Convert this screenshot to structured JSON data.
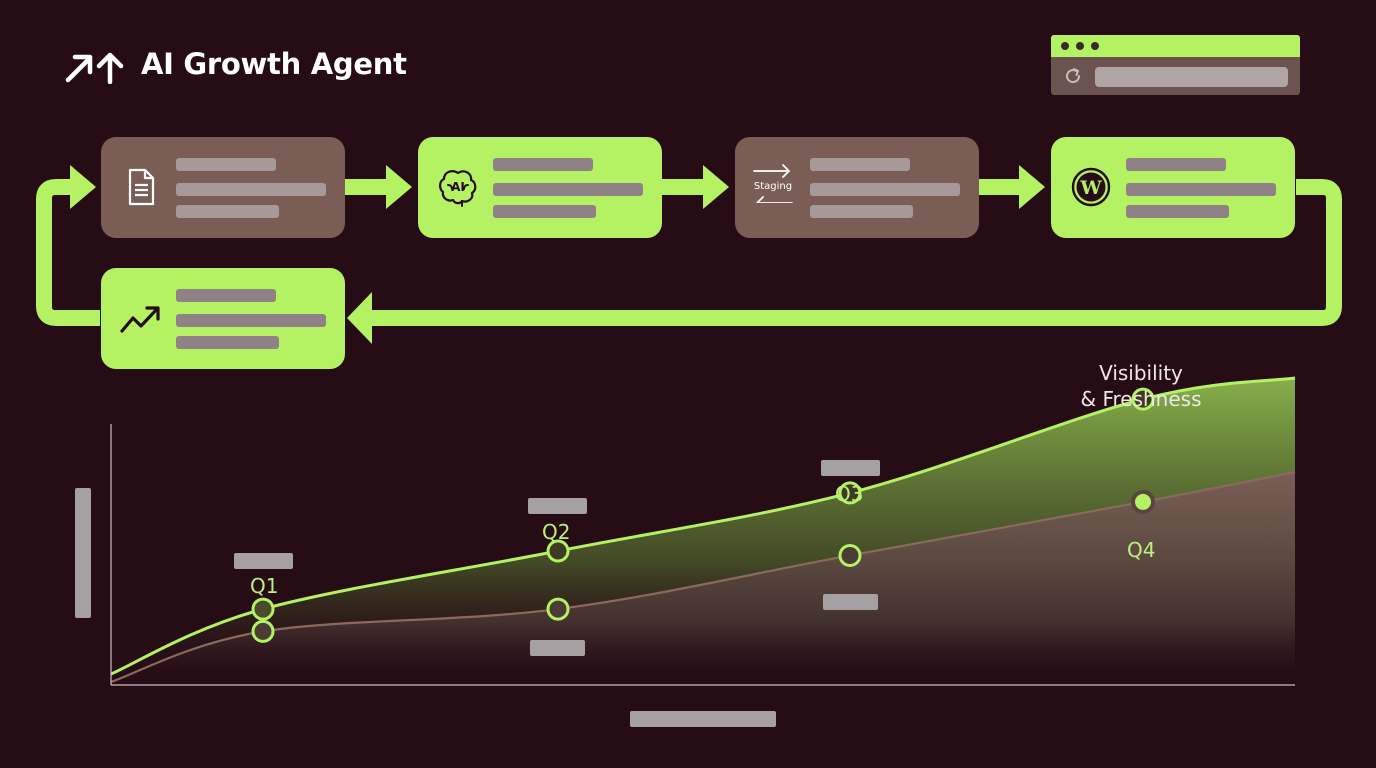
{
  "header": {
    "title": "AI Growth Agent"
  },
  "browser_window": {
    "dots": 3
  },
  "workflow": {
    "steps": [
      {
        "icon": "document-icon",
        "style": "brown"
      },
      {
        "icon": "ai-brain-icon",
        "style": "green",
        "icon_text": "AI"
      },
      {
        "icon": "staging-sync-icon",
        "style": "brown",
        "icon_text": "Staging"
      },
      {
        "icon": "wordpress-icon",
        "style": "green"
      },
      {
        "icon": "trending-up-icon",
        "style": "green"
      }
    ]
  },
  "chart": {
    "series_label_line1": "Visibility",
    "series_label_line2": "& Freshness",
    "markers": {
      "q1": "Q1",
      "q2": "Q2",
      "q3": "Q3",
      "q4": "Q4"
    }
  },
  "chart_data": {
    "type": "area",
    "categories": [
      "Q1",
      "Q2",
      "Q3",
      "Q4"
    ],
    "series": [
      {
        "name": "Visibility & Freshness",
        "values": [
          17,
          30,
          43,
          64
        ]
      },
      {
        "values": [
          12,
          17,
          29,
          41
        ]
      }
    ],
    "ylim": [
      0,
      75
    ],
    "grid": false,
    "colors": {
      "upper": "#b4f163",
      "lower": "#7a5e56",
      "background": "#260c15"
    }
  }
}
